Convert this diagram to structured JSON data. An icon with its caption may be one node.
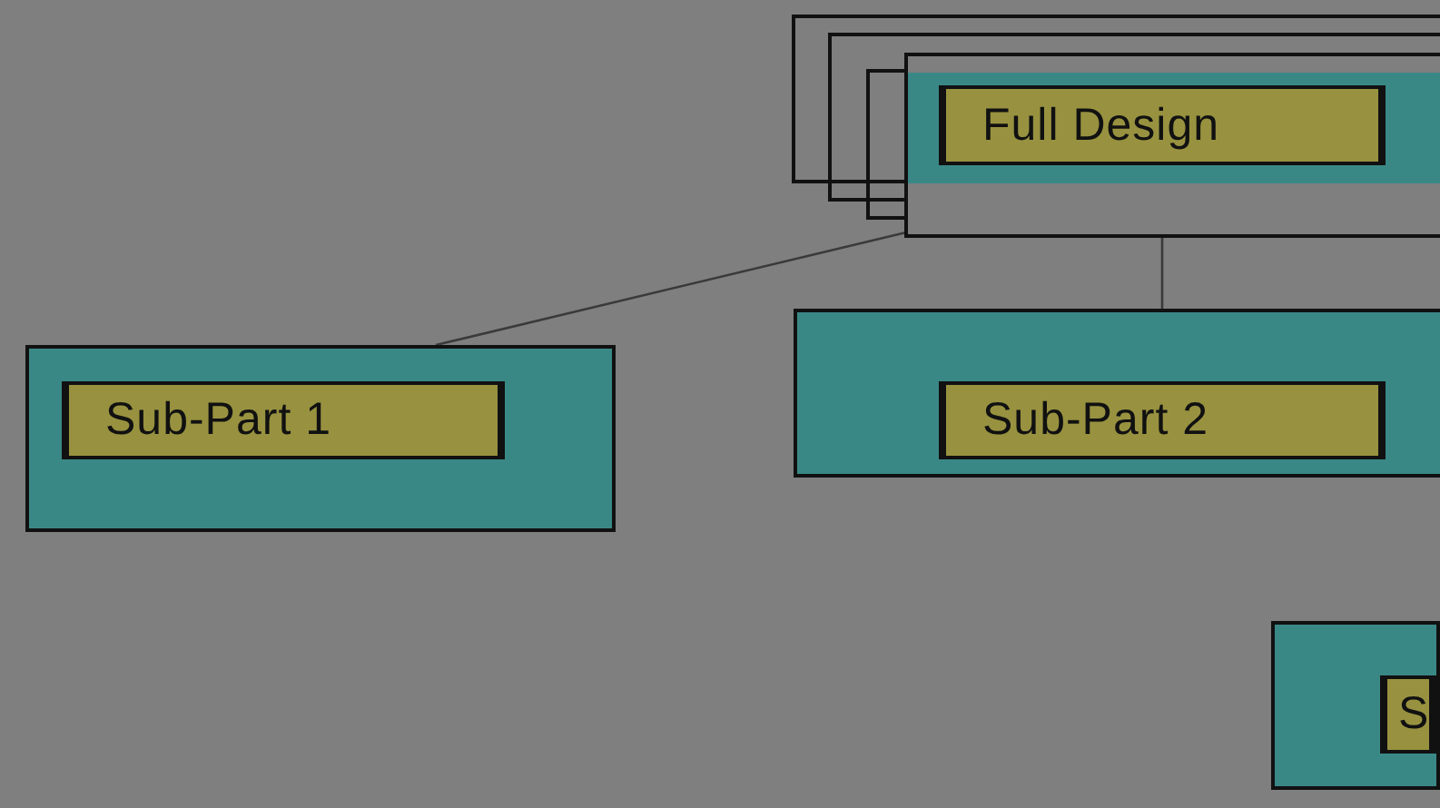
{
  "diagram": {
    "nodes": [
      {
        "text": [],
        "shape": "box"
      },
      {
        "text": [
          "Full Design"
        ],
        "in": 0
      },
      {
        "text": [],
        "shape": "box"
      },
      {
        "text": [
          "Sub-Part 1"
        ],
        "in": 2
      },
      {
        "text": [],
        "shape": "box"
      },
      {
        "text": [
          "Sub-Part 2"
        ],
        "in": 4
      },
      {
        "text": [],
        "shape": "box"
      },
      {
        "text": [
          "S"
        ],
        "in": 6
      }
    ],
    "edges": [
      {
        "from": 0,
        "to": 2,
        "arrow": "none"
      },
      {
        "from": 0,
        "to": 4,
        "arrow": "none"
      }
    ]
  }
}
